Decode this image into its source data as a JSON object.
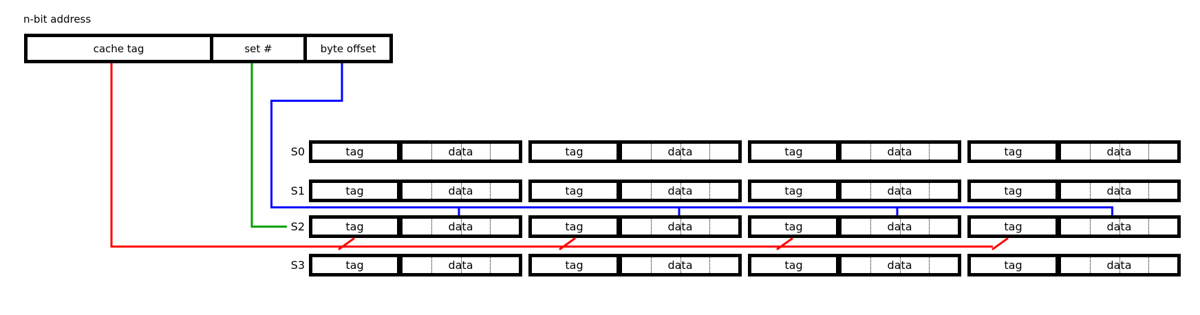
{
  "title": "n-bit address",
  "address": {
    "fields": [
      "cache tag",
      "set #",
      "byte offset"
    ]
  },
  "cache": {
    "row_labels": [
      "S0",
      "S1",
      "S2",
      "S3"
    ],
    "ways_per_set": 4,
    "bytes_per_block": 4,
    "cell_labels": {
      "tag": "tag",
      "data": "data"
    }
  },
  "colors": {
    "cache_tag_line": "#ff0000",
    "set_line": "#00a000",
    "byte_offset_line": "#0000ff",
    "box_border": "#000000",
    "background": "#ffffff"
  }
}
